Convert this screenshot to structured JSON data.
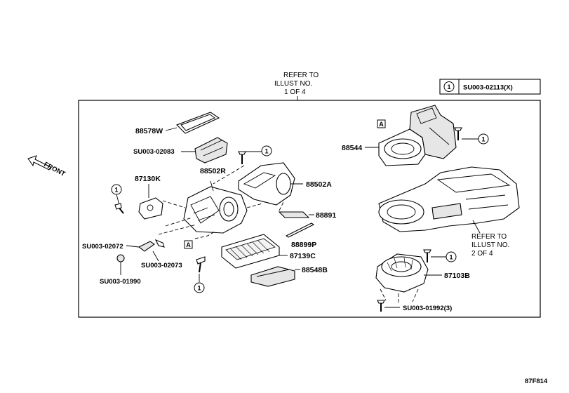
{
  "refer_top": [
    "REFER TO",
    "ILLUST NO.",
    "1 OF 4"
  ],
  "refer_right": [
    "REFER TO",
    "ILLUST NO.",
    "2 OF 4"
  ],
  "legend": {
    "marker": "1",
    "code": "SU003-02113(X)"
  },
  "front_label": "FRONT",
  "view_marker": "A",
  "circle_marker": "1",
  "figure_id": "87F814",
  "parts": {
    "p88578W": "88578W",
    "p02083": "SU003-02083",
    "p87130K": "87130K",
    "p88502R": "88502R",
    "p88502A": "88502A",
    "p88891": "88891",
    "p88899P": "88899P",
    "p87139C": "87139C",
    "p88548B": "88548B",
    "p02072": "SU003-02072",
    "p02073": "SU003-02073",
    "p01990": "SU003-01990",
    "p88544": "88544",
    "p87103B": "87103B",
    "p01992": "SU003-01992(3)"
  }
}
